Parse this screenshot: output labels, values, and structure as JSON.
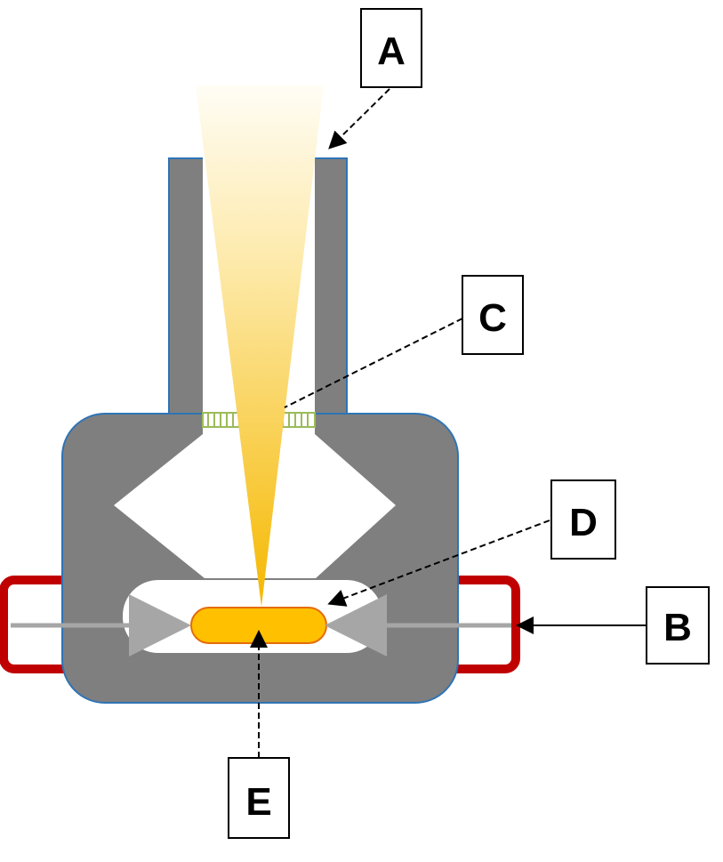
{
  "diagram": {
    "labels": {
      "a": "A",
      "b": "B",
      "c": "C",
      "d": "D",
      "e": "E"
    },
    "colors": {
      "housing": "#7f7f7f",
      "housing_outline": "#2e74b5",
      "clamp": "#c00000",
      "beam_top": "#fffdf5",
      "beam_bottom": "#f5b800",
      "sample_fill": "#ffc000",
      "sample_outline": "#e46c0a",
      "window": "#9bbb59",
      "arrow_gray": "#a6a6a6",
      "leader": "#000000",
      "label_box_border": "#000000"
    }
  }
}
